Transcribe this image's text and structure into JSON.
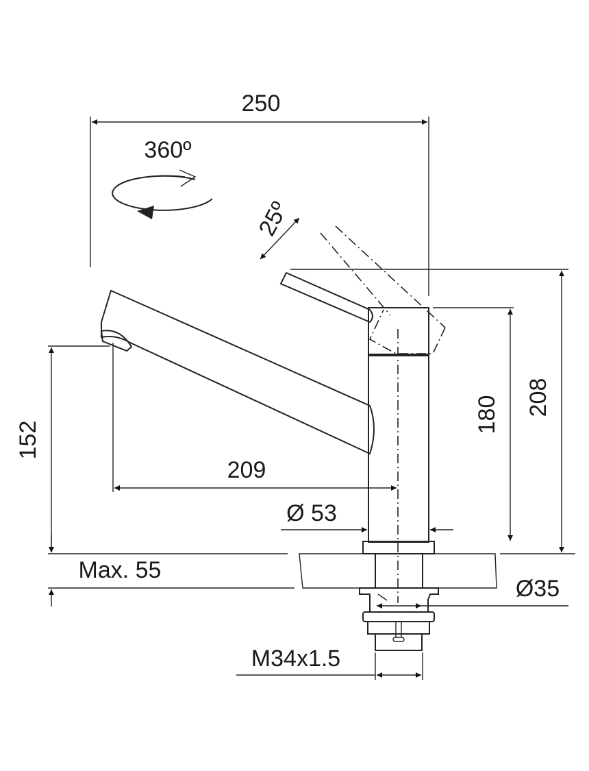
{
  "title": "Faucet dimension drawing",
  "dimensions": {
    "total_width": "250",
    "rotation": "360º",
    "lever_angle": "25º",
    "spout_height": "152",
    "spout_reach": "209",
    "body_height": "180",
    "total_height": "208",
    "base_diameter": "Ø 53",
    "max_countertop": "Max. 55",
    "hole_diameter": "Ø35",
    "thread": "M34x1.5"
  },
  "colors": {
    "line": "#222222",
    "background": "#ffffff"
  }
}
